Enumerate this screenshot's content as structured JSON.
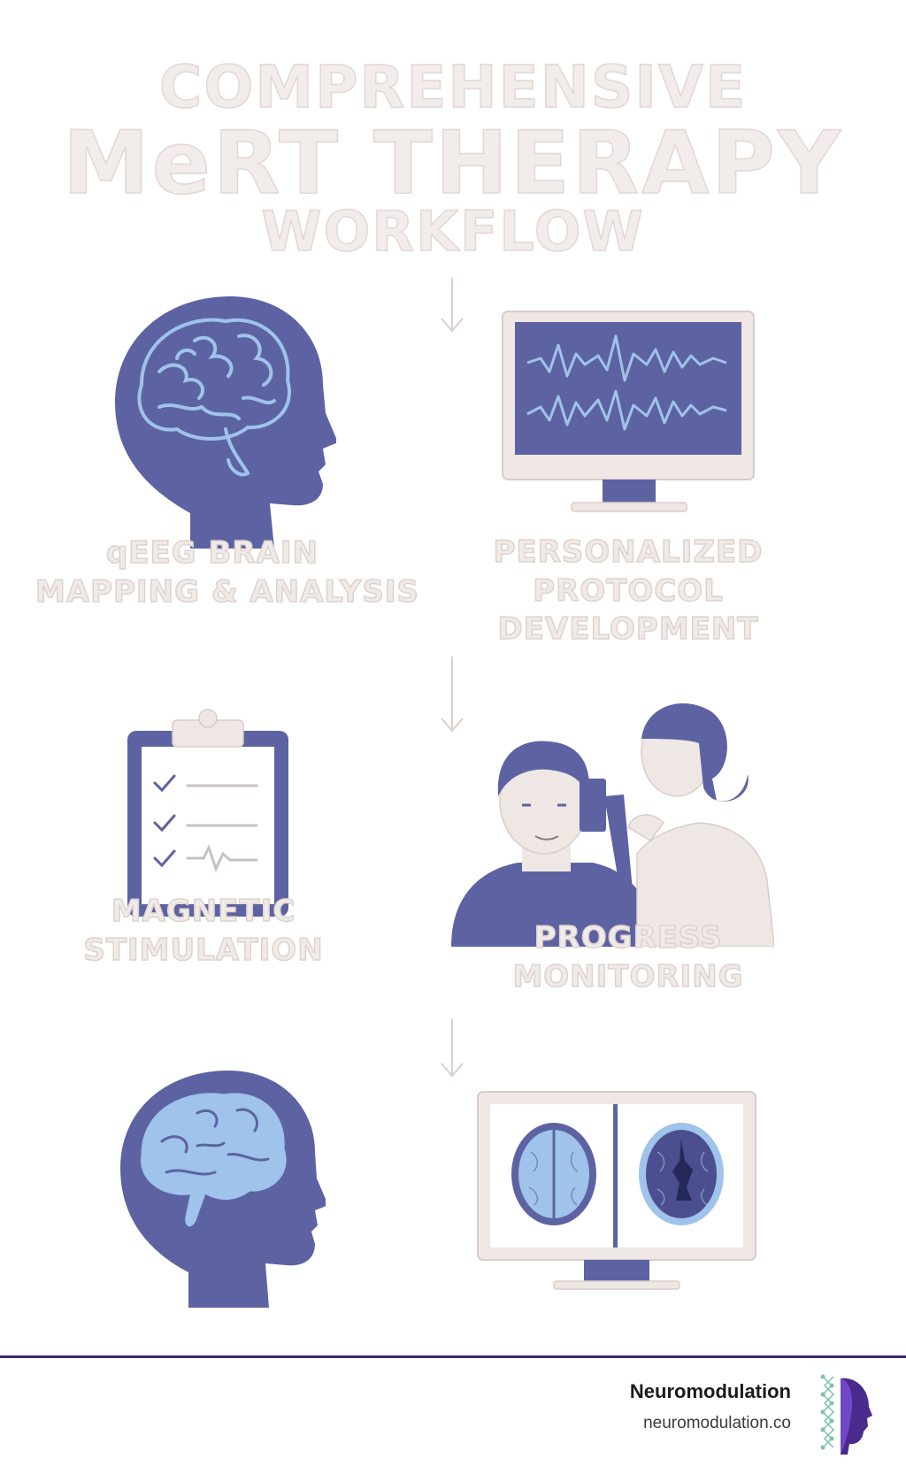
{
  "title": {
    "line1": "COMPREHENSIVE",
    "line2": "MeRT THERAPY",
    "line3": "WORKFLOW"
  },
  "steps": [
    {
      "label_lines": [
        "qEEG BRAIN",
        "MAPPING & ANALYSIS"
      ],
      "icon": "brain-head-icon"
    },
    {
      "label_lines": [
        "PERSONALIZED",
        "PROTOCOL",
        "DEVELOPMENT"
      ],
      "icon": "eeg-monitor-icon"
    },
    {
      "label_lines": [
        "MAGNETIC",
        "STIMULATION"
      ],
      "icon": "clipboard-checklist-icon"
    },
    {
      "label_lines": [
        "PROGRESS",
        "MONITORING"
      ],
      "icon": "tms-session-illustration"
    }
  ],
  "extra_icons": [
    "brain-head-icon",
    "brain-scan-monitor-icon"
  ],
  "footer": {
    "brand": "Neuromodulation",
    "url": "neuromodulation.co"
  },
  "colors": {
    "primary": "#5d63a2",
    "light_blue": "#9fc3ea",
    "cream": "#efe7e4",
    "footer_rule": "#3b2a73"
  }
}
